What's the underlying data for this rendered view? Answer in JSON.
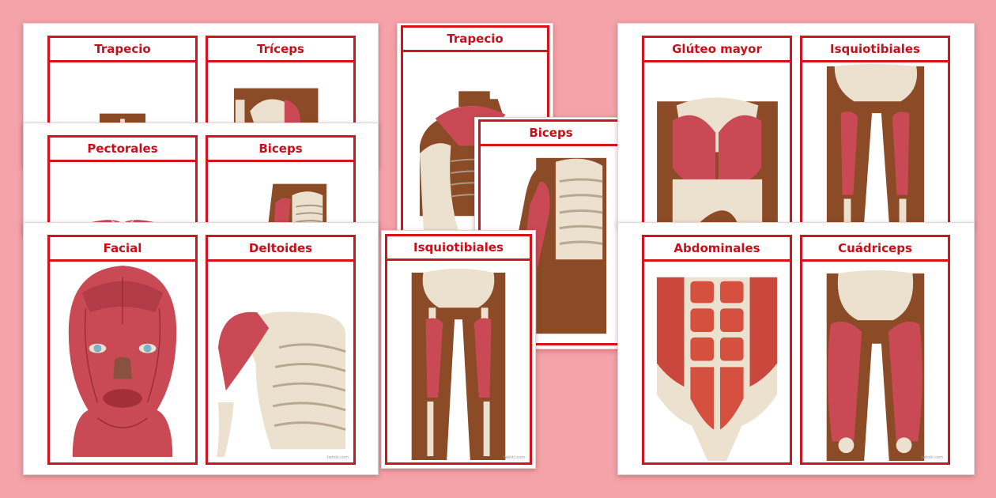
{
  "colors": {
    "background": "#f4a3a8",
    "frame": "#d4141c",
    "title": "#c8101a",
    "muscle": "#c94a55",
    "skin": "#8a4b26",
    "bone": "#ece1cf"
  },
  "cards": {
    "trapecio": "Trapecio",
    "triceps": "Tríceps",
    "pectorales": "Pectorales",
    "biceps": "Biceps",
    "facial": "Facial",
    "deltoides": "Deltoides",
    "gluteo": "Glúteo mayor",
    "isquiotibiales": "Isquiotibiales",
    "abdominales": "Abdominales",
    "cuadriceps": "Cuádriceps"
  },
  "watermark": "twinkl.com"
}
